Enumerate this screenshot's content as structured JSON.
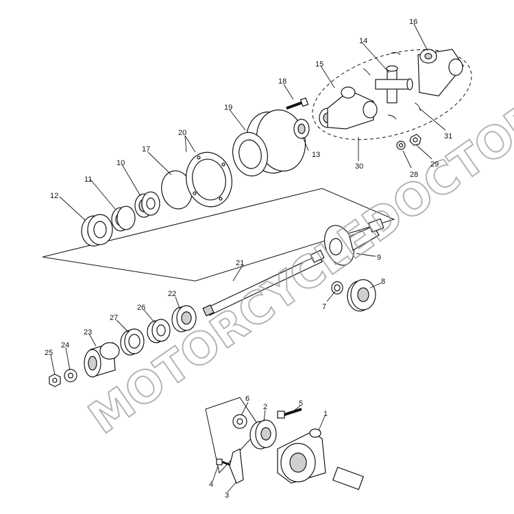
{
  "diagram": {
    "watermark": "MOTORCYCLEDOCTOR",
    "callouts": {
      "c1": "1",
      "c2": "2",
      "c3": "3",
      "c4": "4",
      "c5": "5",
      "c6": "6",
      "c7": "7",
      "c8": "8",
      "c9": "9",
      "c10": "10",
      "c11": "11",
      "c12": "12",
      "c13": "13",
      "c14": "14",
      "c15": "15",
      "c16": "16",
      "c17": "17",
      "c18": "18",
      "c19": "19",
      "c20": "20",
      "c21": "21",
      "c22": "22",
      "c23": "23",
      "c24": "24",
      "c25": "25",
      "c26": "26",
      "c27": "27",
      "c28": "28",
      "c29": "29",
      "c30": "30",
      "c31": "31"
    }
  }
}
